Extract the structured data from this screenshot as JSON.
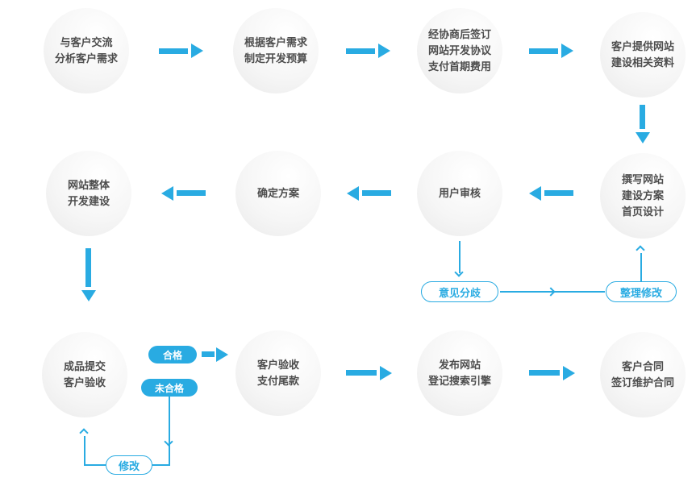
{
  "colors": {
    "accent": "#29abe2",
    "node_text": "#4d4d4d",
    "background": "#ffffff"
  },
  "nodes": [
    {
      "lines": [
        "与客户交流",
        "分析客户需求"
      ]
    },
    {
      "lines": [
        "根据客户需求",
        "制定开发预算"
      ]
    },
    {
      "lines": [
        "经协商后签订",
        "网站开发协议",
        "支付首期费用"
      ]
    },
    {
      "lines": [
        "客户提供网站",
        "建设相关资料"
      ]
    },
    {
      "lines": [
        "撰写网站",
        "建设方案",
        "首页设计"
      ]
    },
    {
      "lines": [
        "用户审核"
      ]
    },
    {
      "lines": [
        "确定方案"
      ]
    },
    {
      "lines": [
        "网站整体",
        "开发建设"
      ]
    },
    {
      "lines": [
        "成品提交",
        "客户验收"
      ]
    },
    {
      "lines": [
        "客户验收",
        "支付尾款"
      ]
    },
    {
      "lines": [
        "发布网站",
        "登记搜索引擎"
      ]
    },
    {
      "lines": [
        "客户合同",
        "签订维护合同"
      ]
    }
  ],
  "tags": {
    "disagreement": "意见分歧",
    "revise": "整理修改",
    "qualified": "合格",
    "unqualified": "未合格",
    "modify": "修改"
  }
}
